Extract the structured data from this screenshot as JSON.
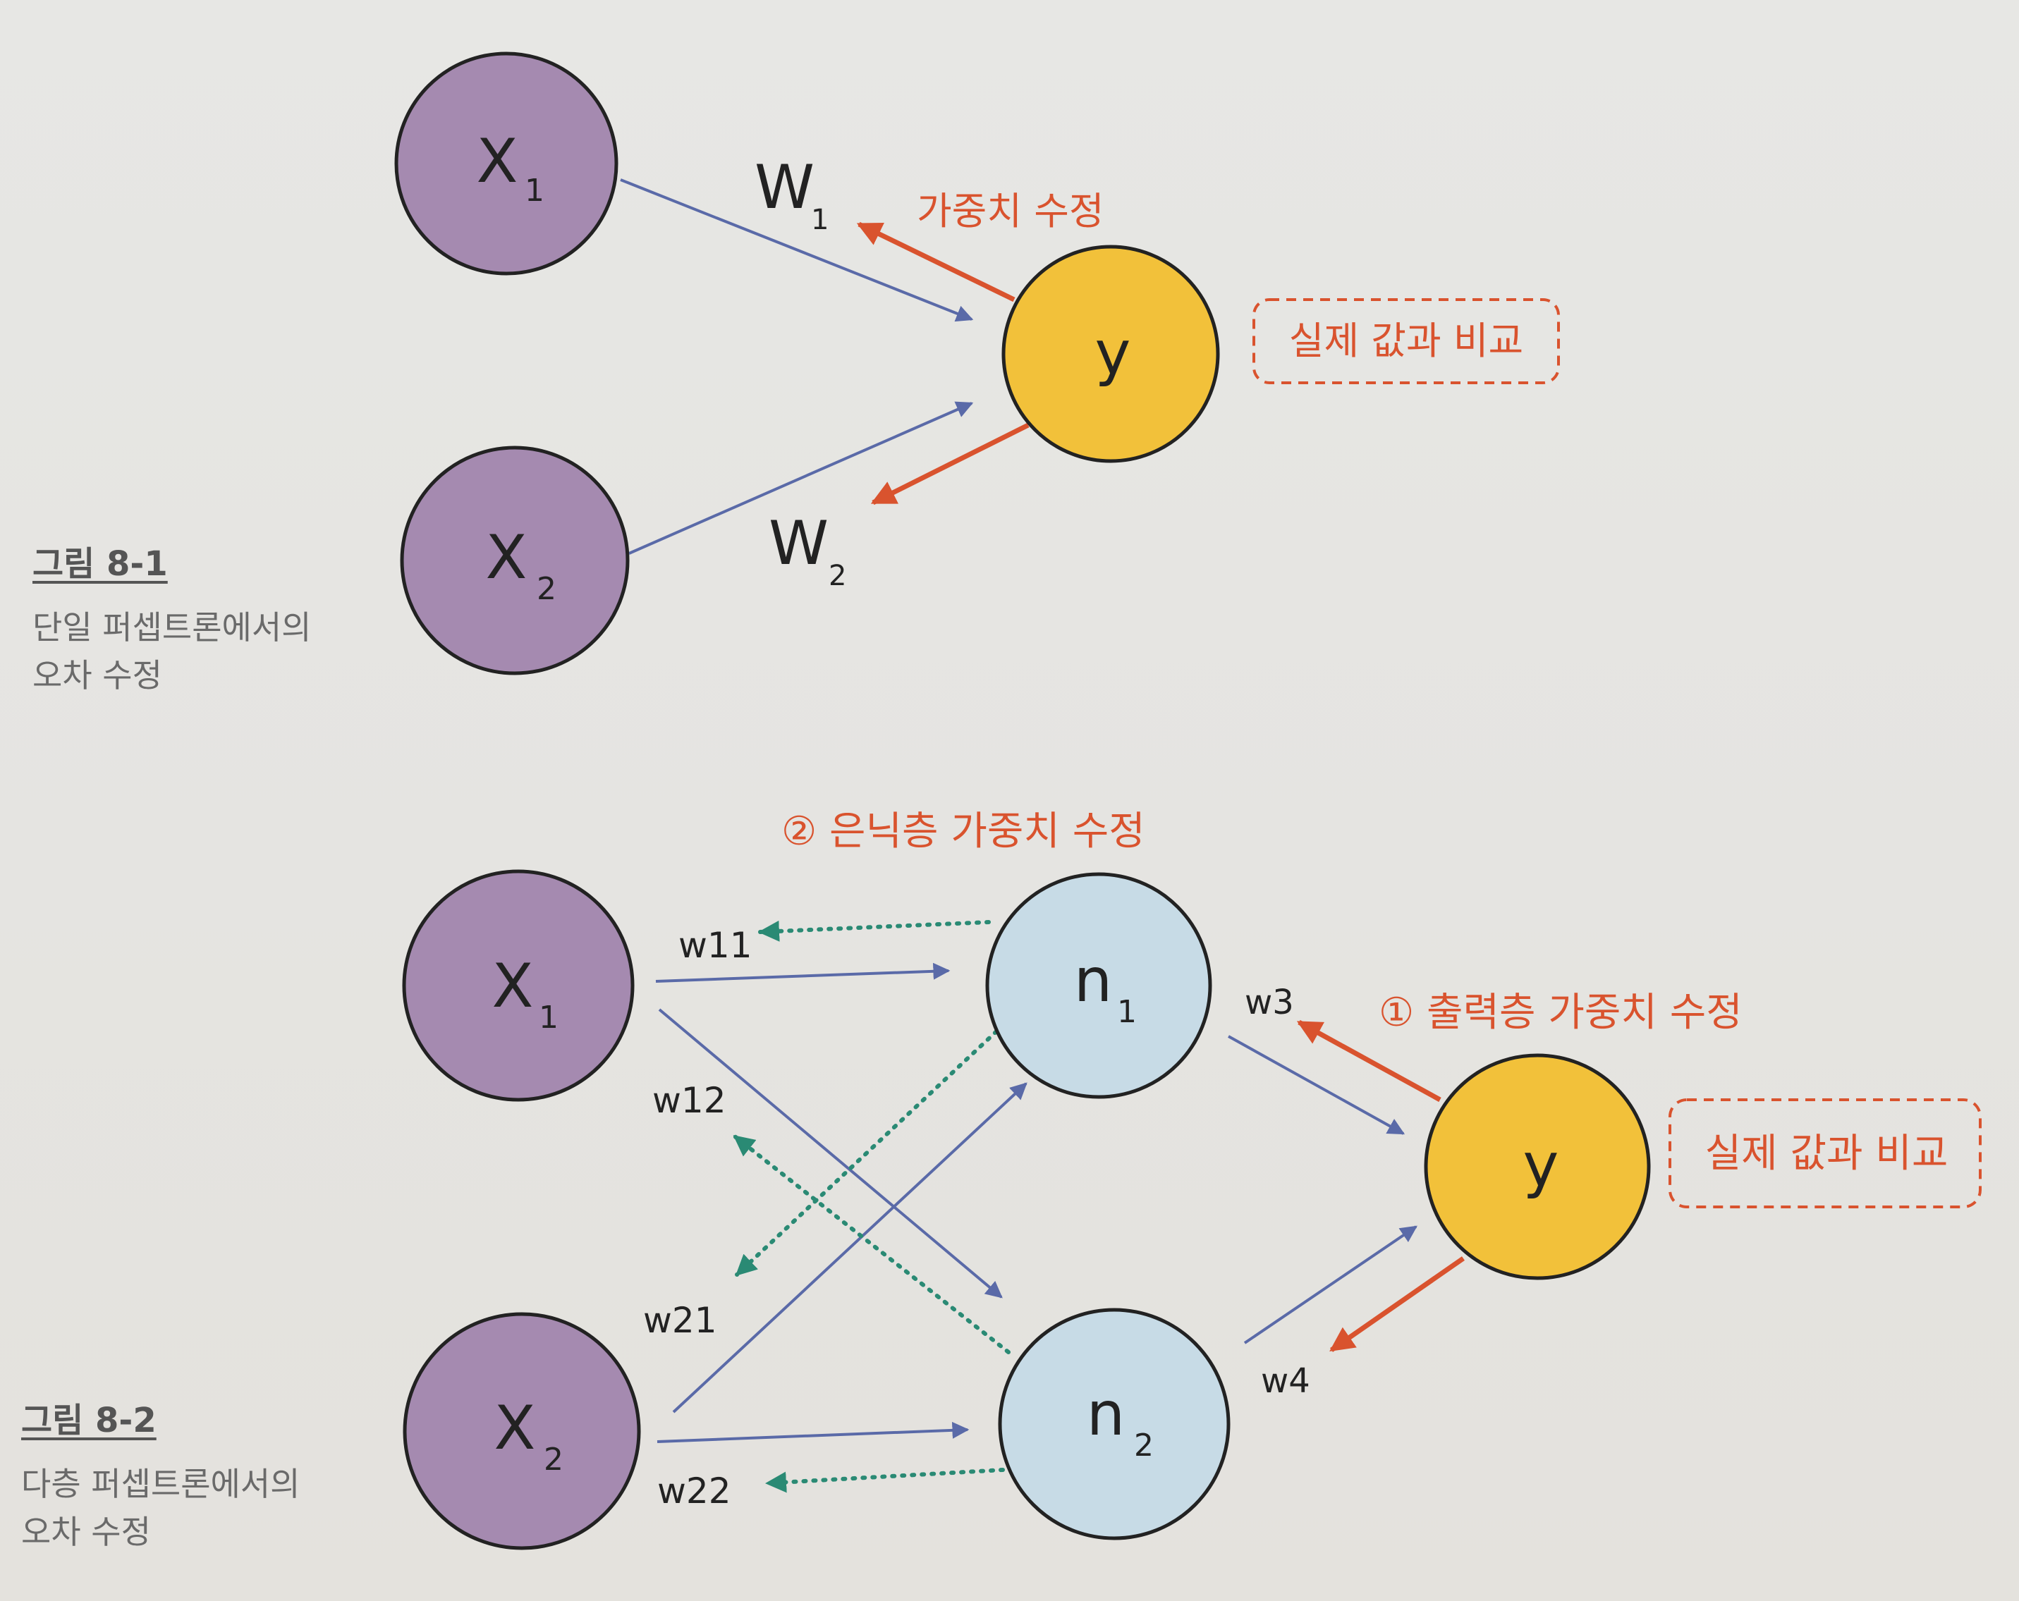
{
  "figure1": {
    "caption_title": "그림 8-1",
    "caption_desc": "단일 퍼셉트론에서의\n오차 수정",
    "nodes": {
      "x1": {
        "label": "X",
        "sub": "1"
      },
      "x2": {
        "label": "X",
        "sub": "2"
      },
      "y": {
        "label": "y"
      }
    },
    "weights": {
      "w1": {
        "label": "W",
        "sub": "1"
      },
      "w2": {
        "label": "W",
        "sub": "2"
      }
    },
    "annotation": "가중치 수정",
    "compare_box": "실제 값과 비교"
  },
  "figure2": {
    "caption_title": "그림 8-2",
    "caption_desc": "다층 퍼셉트론에서의\n오차 수정",
    "nodes": {
      "x1": {
        "label": "X",
        "sub": "1"
      },
      "x2": {
        "label": "X",
        "sub": "2"
      },
      "n1": {
        "label": "n",
        "sub": "1"
      },
      "n2": {
        "label": "n",
        "sub": "2"
      },
      "y": {
        "label": "y"
      }
    },
    "weights": {
      "w11": "w11",
      "w12": "w12",
      "w21": "w21",
      "w22": "w22",
      "w3": "w3",
      "w4": "w4"
    },
    "annotation_hidden": "② 은닉층 가중치 수정",
    "annotation_output": "① 출력층 가중치 수정",
    "compare_box": "실제 값과 비교"
  },
  "colors": {
    "input_node": "#a58ab0",
    "output_node": "#f2c13a",
    "hidden_node": "#c7dbe6",
    "forward_arrow": "#5a6aa8",
    "correction_arrow": "#d9532e",
    "hidden_correction_arrow": "#2a8a74"
  }
}
